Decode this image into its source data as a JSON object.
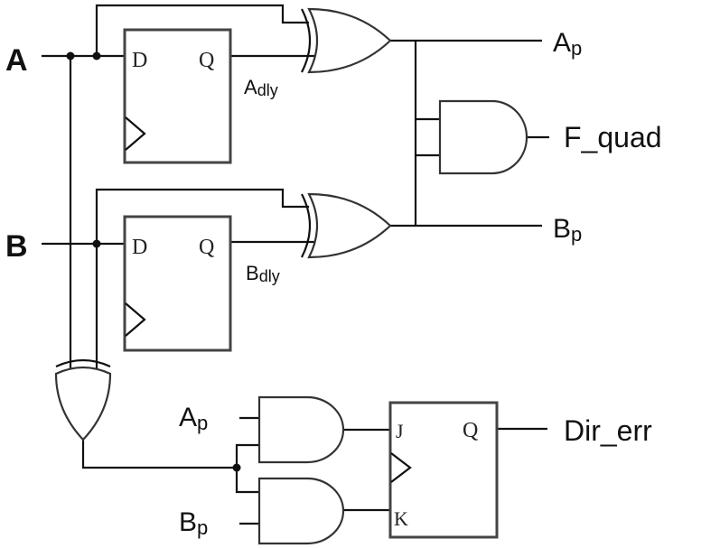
{
  "inputs": {
    "a": "A",
    "b": "B"
  },
  "flipflop_pins": {
    "d": "D",
    "q": "Q",
    "j": "J",
    "k": "K"
  },
  "signals": {
    "a_dly": {
      "main": "A",
      "sub": "dly"
    },
    "b_dly": {
      "main": "B",
      "sub": "dly"
    },
    "a_p": {
      "main": "A",
      "sub": "p"
    },
    "b_p": {
      "main": "B",
      "sub": "p"
    }
  },
  "outputs": {
    "f_quad": "F_quad",
    "dir_err": "Dir_err"
  }
}
